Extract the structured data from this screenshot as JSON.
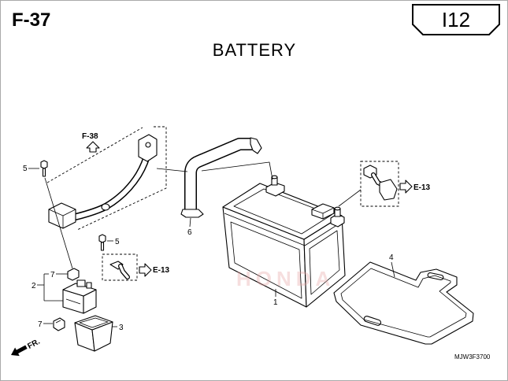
{
  "header": {
    "section_code": "F-37",
    "page_tab": "I12",
    "title": "BATTERY"
  },
  "references": {
    "reference_top_left": "F-38",
    "reference_right": "E-13",
    "reference_middle": "E-13"
  },
  "front_marker": "FR.",
  "callouts": [
    "1",
    "2",
    "3",
    "4",
    "5",
    "5",
    "6",
    "7",
    "7"
  ],
  "document_code": "MJW3F3700",
  "watermark": "HONDA",
  "colors": {
    "line": "#000000",
    "background": "#ffffff",
    "watermark": "#e7a3a3"
  }
}
